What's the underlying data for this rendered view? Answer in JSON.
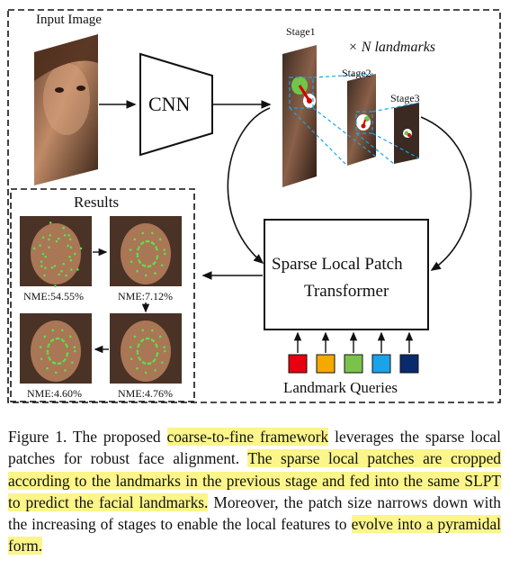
{
  "diagram": {
    "input_label": "Input Image",
    "cnn_label": "CNN",
    "stages": [
      "Stage1",
      "Stage2",
      "Stage3"
    ],
    "landmarks_label": "× N landmarks",
    "slpt_label_line1": "Sparse Local Patch",
    "slpt_label_line2": "Transformer",
    "queries_label": "Landmark Queries",
    "query_colors": [
      "#e8000e",
      "#f5a800",
      "#7cc24a",
      "#1aa3e8",
      "#0a2a6e"
    ],
    "results": {
      "title": "Results",
      "items": [
        {
          "nme": "NME:54.55%"
        },
        {
          "nme": "NME:7.12%"
        },
        {
          "nme": "NME:4.60%"
        },
        {
          "nme": "NME:4.76%"
        }
      ]
    }
  },
  "caption": {
    "prefix": "Figure 1.  The proposed ",
    "h1": "coarse-to-fine framework",
    "t2": " leverages the sparse local patches for robust face alignment. ",
    "h2": "The sparse local patches are cropped according to the landmarks in the previous stage and fed into the same SLPT to predict the facial landmarks.",
    "t3": " Moreover, the patch size narrows down with the increasing of stages to enable the local features to ",
    "h3": "evolve into a pyramidal form."
  }
}
